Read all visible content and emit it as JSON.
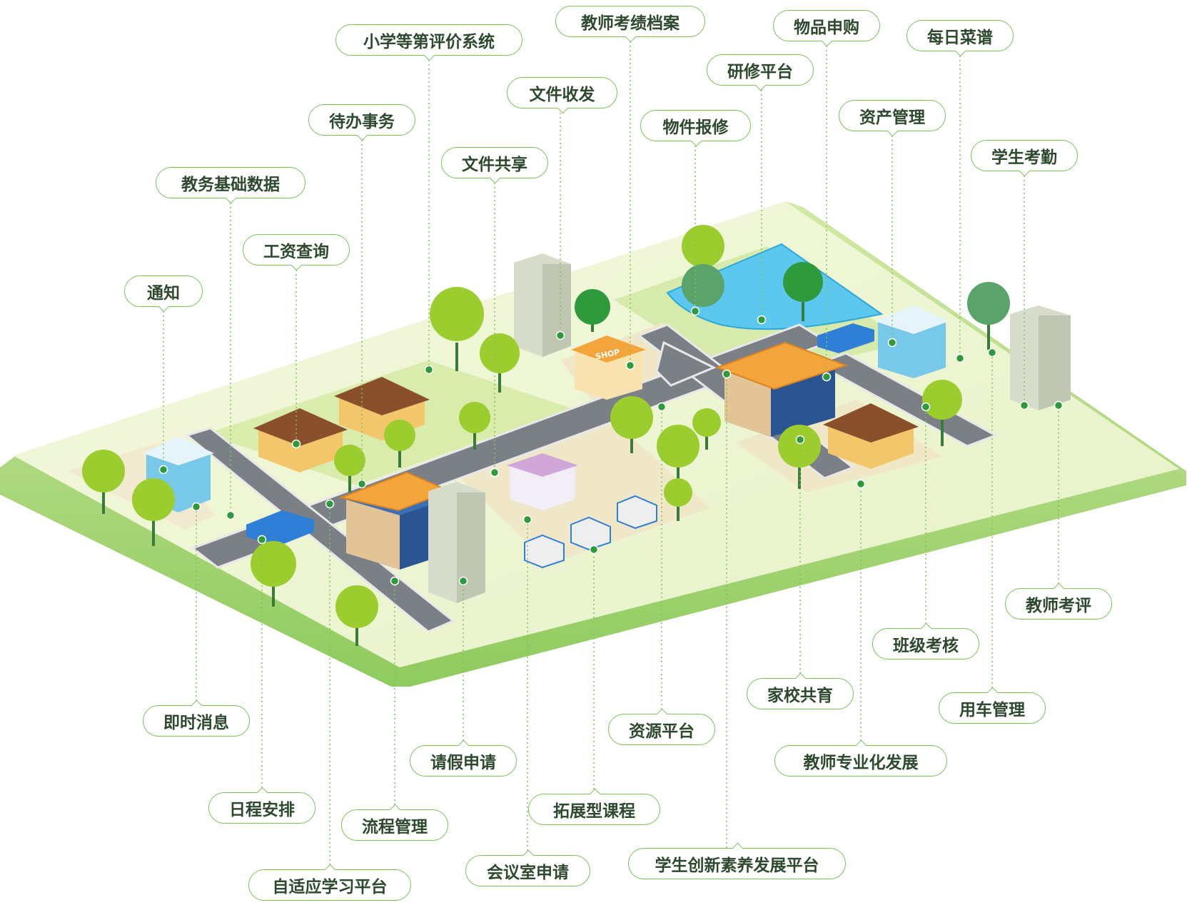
{
  "colors": {
    "accent": "#7cc35a",
    "dot": "#2e9a3c",
    "platform": "#e9f3c9",
    "grass": "#d6ebab",
    "road": "#7b7f86",
    "roof_orange": "#f3a53c",
    "roof_brown": "#8a4f2b",
    "water": "#5cc8f0",
    "car": "#2f7fd6"
  },
  "labels": [
    {
      "id": "tongzhi",
      "text": "通知"
    },
    {
      "id": "jiaowu",
      "text": "教务基础数据"
    },
    {
      "id": "gongzi",
      "text": "工资查询"
    },
    {
      "id": "daiban",
      "text": "待办事务"
    },
    {
      "id": "xiaoxue",
      "text": "小学等第评价系统"
    },
    {
      "id": "wjgx",
      "text": "文件共享"
    },
    {
      "id": "wjsf",
      "text": "文件收发"
    },
    {
      "id": "jskj",
      "text": "教师考绩档案"
    },
    {
      "id": "wjbx",
      "text": "物件报修"
    },
    {
      "id": "yxpt",
      "text": "研修平台"
    },
    {
      "id": "wpsg",
      "text": "物品申购"
    },
    {
      "id": "zcgl",
      "text": "资产管理"
    },
    {
      "id": "mrcp",
      "text": "每日菜谱"
    },
    {
      "id": "xskq",
      "text": "学生考勤"
    },
    {
      "id": "jskp",
      "text": "教师考评"
    },
    {
      "id": "bjkh",
      "text": "班级考核"
    },
    {
      "id": "ycgl",
      "text": "用车管理"
    },
    {
      "id": "jxgy",
      "text": "家校共育"
    },
    {
      "id": "jszy",
      "text": "教师专业化发展"
    },
    {
      "id": "zypt",
      "text": "资源平台"
    },
    {
      "id": "xscx",
      "text": "学生创新素养发展平台"
    },
    {
      "id": "tzkc",
      "text": "拓展型课程"
    },
    {
      "id": "hysq",
      "text": "会议室申请"
    },
    {
      "id": "qjsq",
      "text": "请假申请"
    },
    {
      "id": "lcgl",
      "text": "流程管理"
    },
    {
      "id": "zsy",
      "text": "自适应学习平台"
    },
    {
      "id": "rcap",
      "text": "日程安排"
    },
    {
      "id": "jsxx",
      "text": "即时消息"
    }
  ],
  "shop_sign": "SHOP"
}
